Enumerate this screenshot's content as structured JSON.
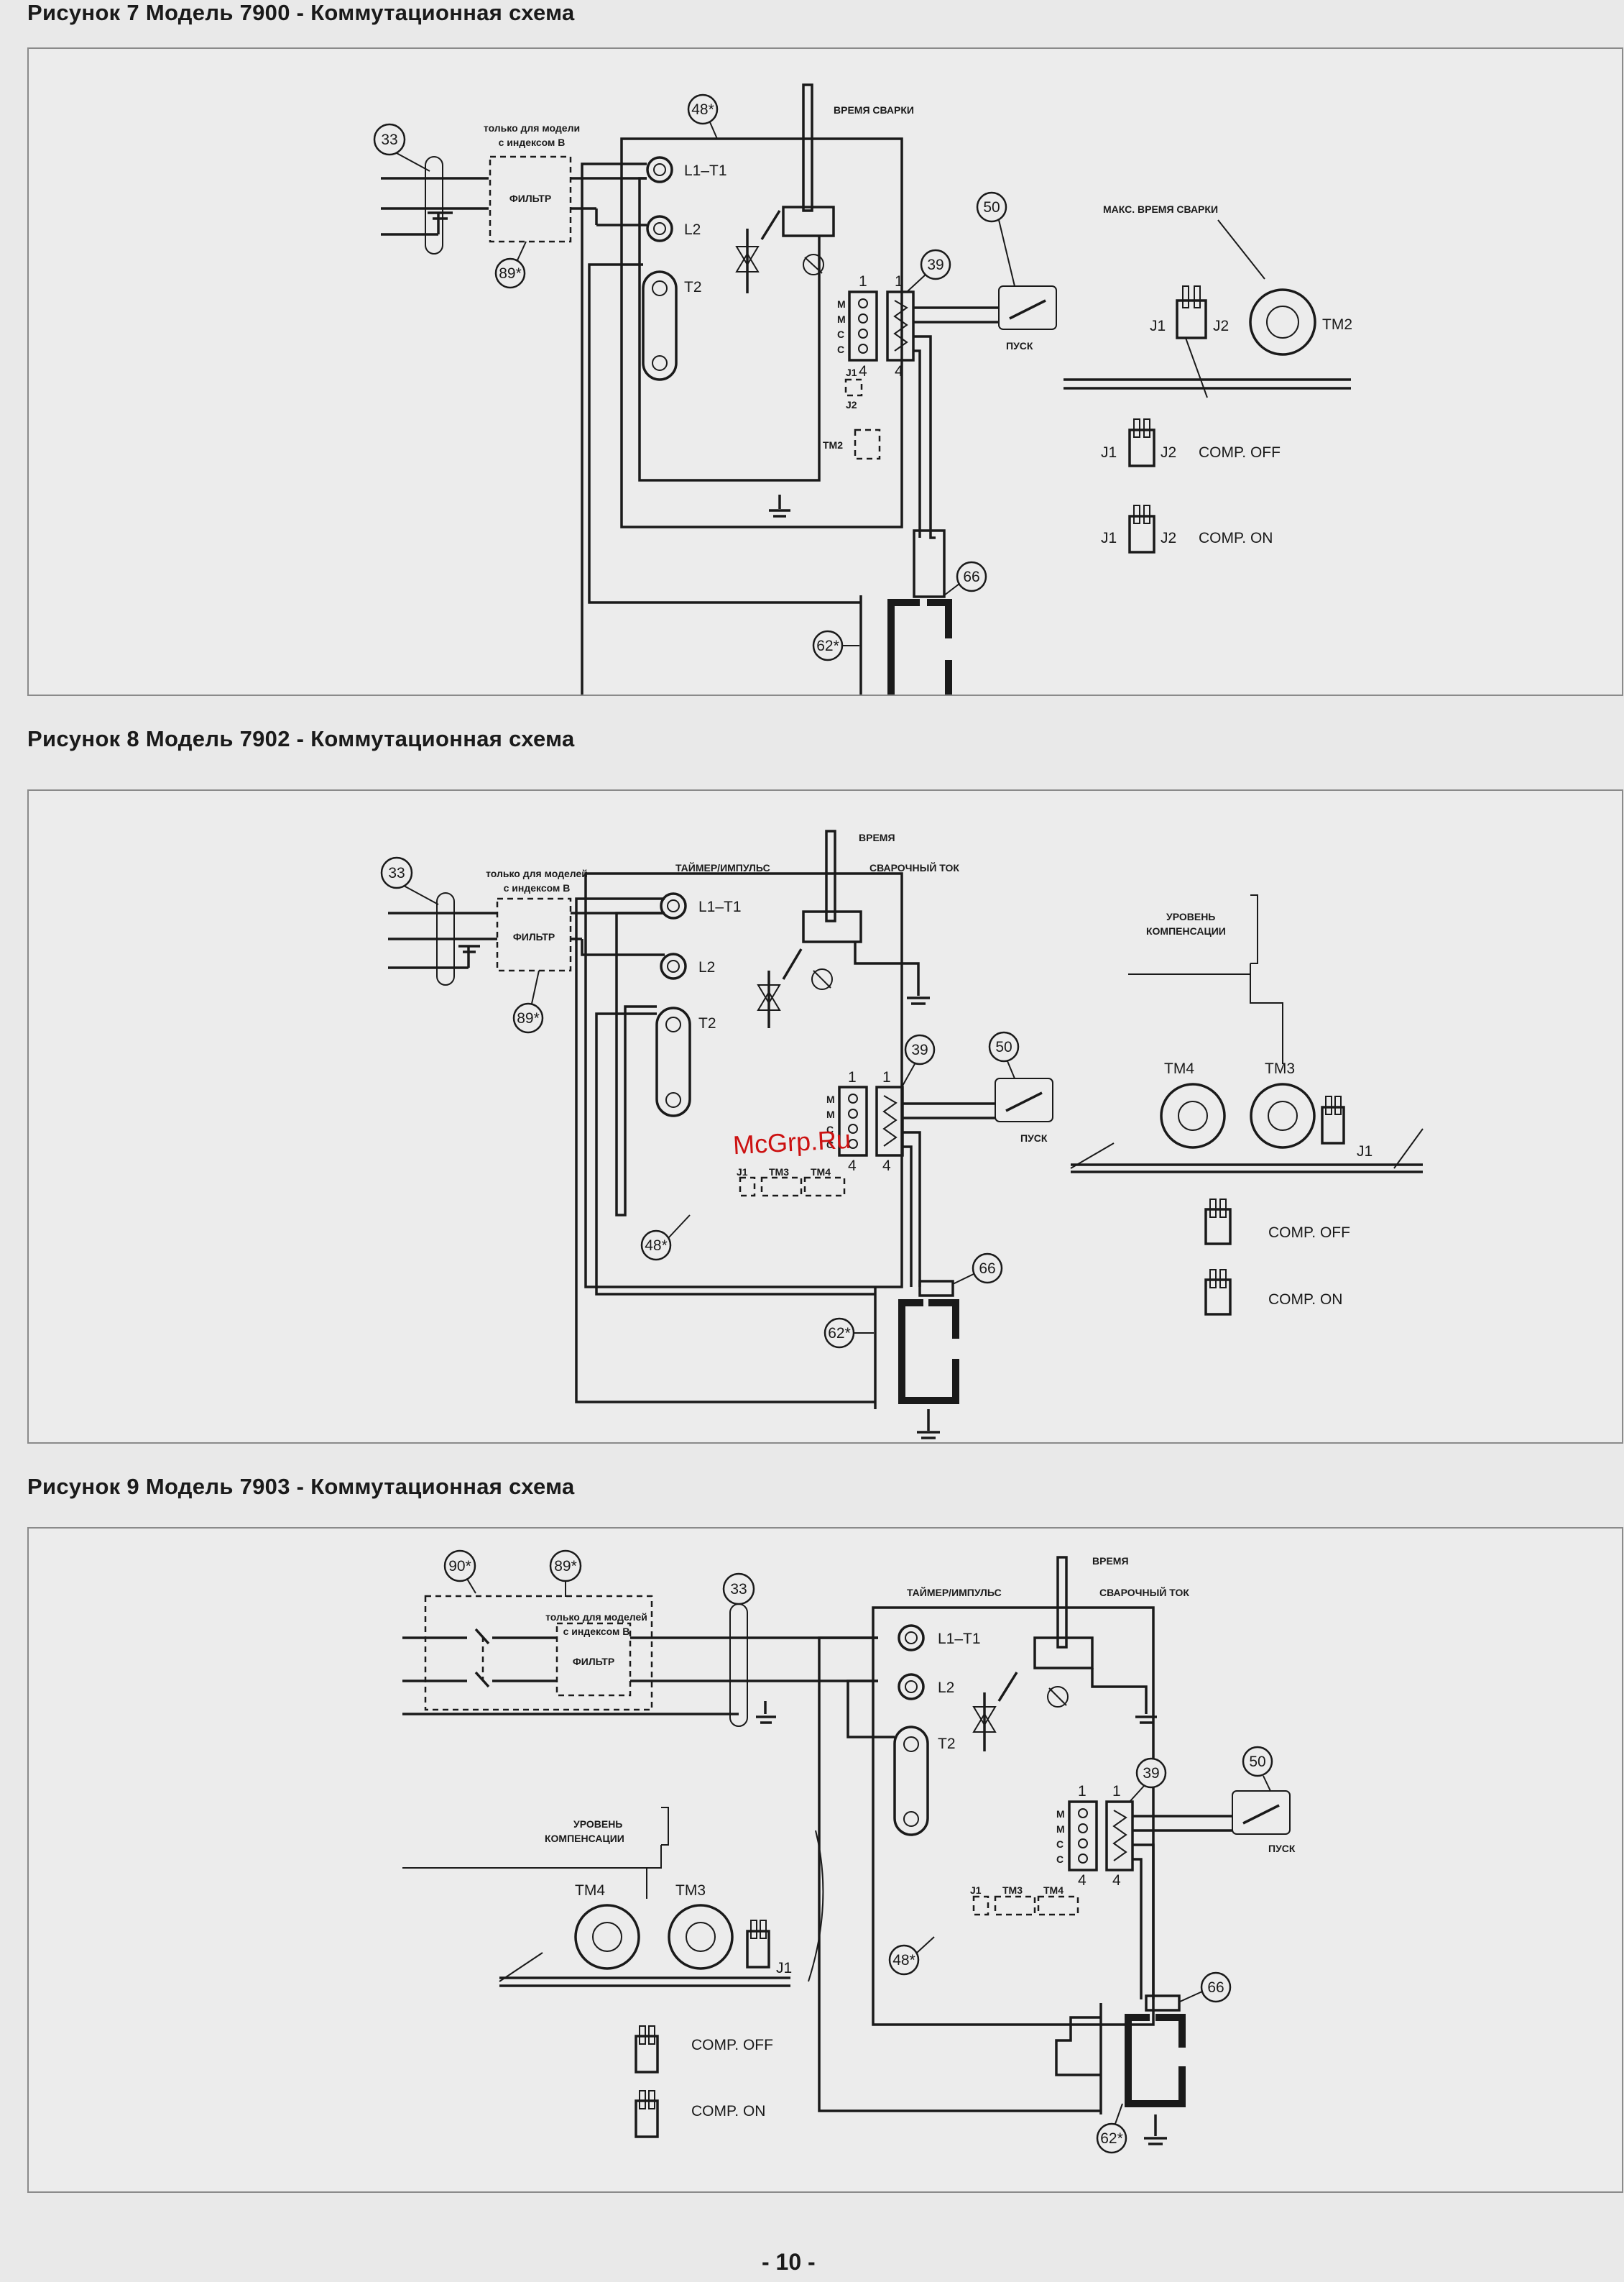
{
  "figures": [
    {
      "title": "Рисунок 7 Модель 7900  - Коммутационная схема",
      "callouts": {
        "c33": "33",
        "c48": "48*",
        "c89": "89*",
        "c39": "39",
        "c50": "50",
        "c66": "66",
        "c62": "62*"
      },
      "labels": {
        "filter_note_1": "только для модели",
        "filter_note_2": "с индексом В",
        "filter": "ФИЛЬТР",
        "weld_time": "ВРЕМЯ СВАРКИ",
        "max_weld_time": "МАКС. ВРЕМЯ СВАРКИ",
        "start": "ПУСК",
        "l1t1": "L1–T1",
        "l2": "L2",
        "t2": "T2",
        "pin1": "1",
        "pin4": "4",
        "pin1b": "1",
        "pin4b": "4",
        "m1": "М",
        "m2": "М",
        "c1": "С",
        "c2": "С",
        "j1": "J1",
        "j2": "J2",
        "tm2": "TM2",
        "j1_side": "J1",
        "j2_side": "J2",
        "tm2_side": "TM2",
        "j1_off": "J1",
        "j2_off": "J2",
        "j1_on": "J1",
        "j2_on": "J2",
        "comp_off": "COMP.  OFF",
        "comp_on": "COMP.  ON"
      }
    },
    {
      "title": "Рисунок 8 Модель 7902  - Коммутационная схема",
      "callouts": {
        "c33": "33",
        "c89": "89*",
        "c39": "39",
        "c50": "50",
        "c48": "48*",
        "c66": "66",
        "c62": "62*"
      },
      "labels": {
        "filter_note_1": "только для моделей",
        "filter_note_2": "с индексом В",
        "filter": "ФИЛЬТР",
        "time": "ВРЕМЯ",
        "timer_pulse": "ТАЙМЕР/ИМПУЛЬС",
        "weld_current": "СВАРОЧНЫЙ ТОК",
        "comp_level_1": "УРОВЕНЬ",
        "comp_level_2": "КОМПЕНСАЦИИ",
        "start": "ПУСК",
        "l1t1": "L1–T1",
        "l2": "L2",
        "t2": "T2",
        "pin1": "1",
        "pin4": "4",
        "pin1b": "1",
        "pin4b": "4",
        "m1": "М",
        "m2": "М",
        "c1": "С",
        "c2": "С",
        "j1": "J1",
        "tm3": "TM3",
        "tm4": "TM4",
        "tm4_side": "TM4",
        "tm3_side": "TM3",
        "j1_side": "J1",
        "comp_off": "COMP.  OFF",
        "comp_on": "COMP.  ON"
      }
    },
    {
      "title": "Рисунок 9 Модель 7903  - Коммутационная схема",
      "callouts": {
        "c90": "90*",
        "c89": "89*",
        "c33": "33",
        "c39": "39",
        "c50": "50",
        "c48": "48*",
        "c66": "66",
        "c62": "62*"
      },
      "labels": {
        "filter_note_1": "только для моделей",
        "filter_note_2": "с индексом В",
        "filter": "ФИЛЬТР",
        "time": "ВРЕМЯ",
        "timer_pulse": "ТАЙМЕР/ИМПУЛЬС",
        "weld_current": "СВАРОЧНЫЙ ТОК",
        "comp_level_1": "УРОВЕНЬ",
        "comp_level_2": "КОМПЕНСАЦИИ",
        "start": "ПУСК",
        "l1t1": "L1–T1",
        "l2": "L2",
        "t2": "T2",
        "pin1": "1",
        "pin4": "4",
        "pin1b": "1",
        "pin4b": "4",
        "m1": "М",
        "m2": "М",
        "c1": "С",
        "c2": "С",
        "j1": "J1",
        "tm3": "TM3",
        "tm4": "TM4",
        "tm4_side": "TM4",
        "tm3_side": "TM3",
        "j1_side": "J1",
        "comp_off": "COMP.  OFF",
        "comp_on": "COMP.  ON"
      }
    }
  ],
  "watermark": "McGrp.Ru",
  "page_number": "- 10 -"
}
